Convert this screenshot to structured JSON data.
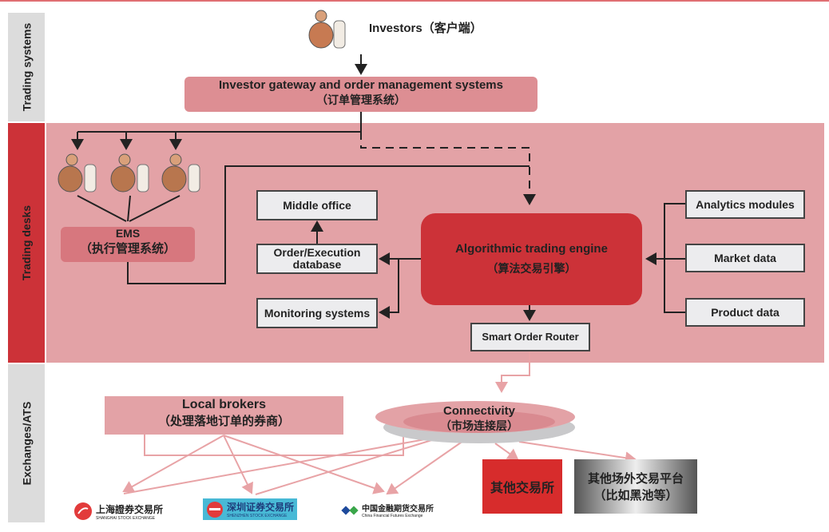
{
  "lanes": {
    "trading_systems": "Trading systems",
    "trading_desks": "Trading desks",
    "exchanges": "Exchanges/ATS"
  },
  "investors": {
    "label": "Investors（客户端）"
  },
  "gateway": {
    "title": "Investor gateway and order management systems",
    "subtitle": "（订单管理系统）"
  },
  "ems": {
    "title": "EMS",
    "subtitle": "（执行管理系统）"
  },
  "middle_office": "Middle office",
  "order_db": {
    "line1": "Order/Execution",
    "line2": "database"
  },
  "monitoring": "Monitoring systems",
  "engine": {
    "title": "Algorithmic trading engine",
    "subtitle": "（算法交易引擎）"
  },
  "smart_router": "Smart Order Router",
  "inputs": [
    "Analytics modules",
    "Market data",
    "Product data"
  ],
  "local_brokers": {
    "title": "Local brokers",
    "subtitle": "（处理落地订单的券商）"
  },
  "connectivity": {
    "title": "Connectivity",
    "subtitle": "（市场连接层）"
  },
  "exchanges": {
    "sse": {
      "cn": "上海證券交易所",
      "en": "SHANGHAI STOCK EXCHANGE"
    },
    "szse": {
      "cn": "深圳证券交易所",
      "en": "SHENZHEN STOCK EXCHANGE"
    },
    "cffex": {
      "cn": "中国金融期货交易所",
      "en": "China Financial Futures Exchange"
    },
    "other": "其他交易所",
    "otc": {
      "line1": "其他场外交易平台",
      "line2": "（比如黑池等）"
    }
  },
  "colors": {
    "accent_red": "#cc3238",
    "pink_band": "#e3a2a6",
    "pink_box": "#dd8e93",
    "gray_lane": "#dcdcdc"
  }
}
